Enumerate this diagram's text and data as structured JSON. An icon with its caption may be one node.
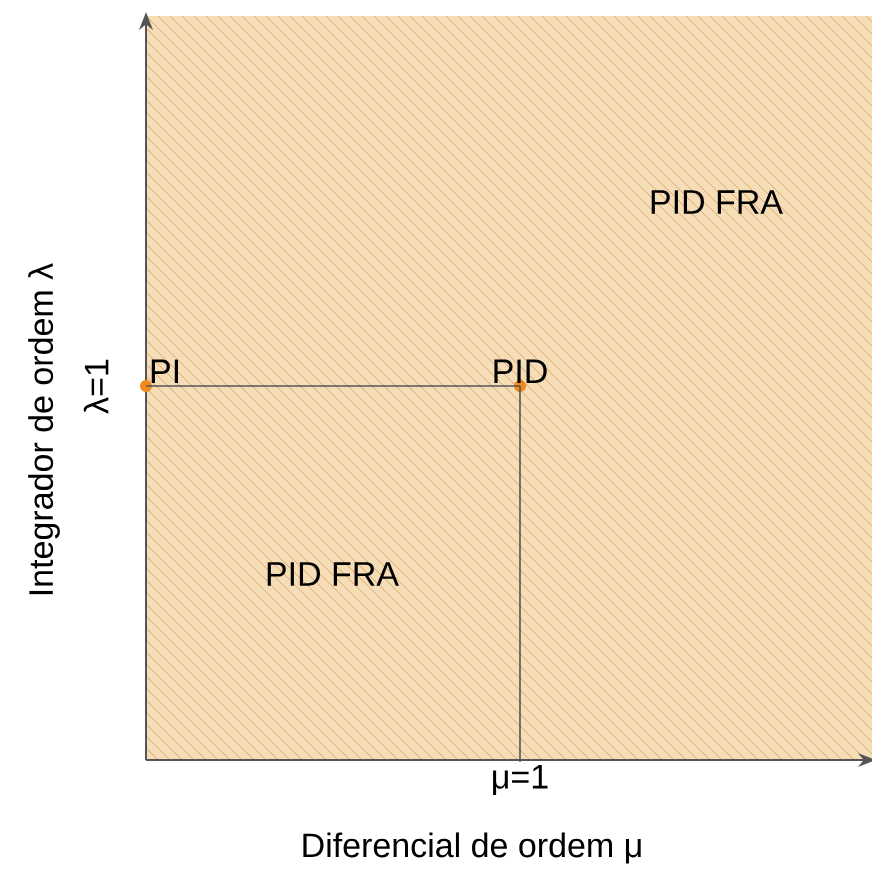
{
  "diagram": {
    "nodes": [
      {
        "text": [
          "PI"
        ]
      },
      {
        "text": [
          "PID"
        ]
      },
      {
        "text": [
          "μ=1"
        ]
      }
    ],
    "edges": [
      {
        "from": 0,
        "to": 1,
        "arrow": "none"
      },
      {
        "from": 1,
        "to": 2,
        "arrow": "none"
      }
    ],
    "labels": [
      "PID FRA",
      "λ=1",
      "PID FRA",
      "Integrador de ordem λ",
      "Diferencial de ordem μ"
    ]
  }
}
